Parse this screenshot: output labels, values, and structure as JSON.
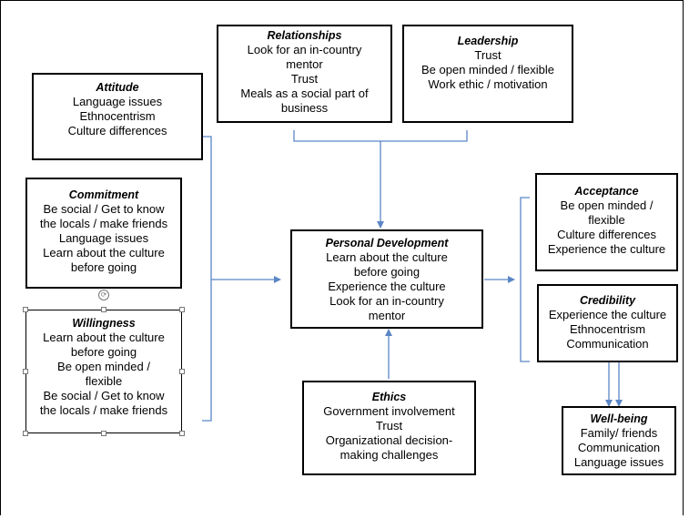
{
  "boxes": {
    "attitude": {
      "title": "Attitude",
      "lines": [
        "Language issues",
        "Ethnocentrism",
        "Culture differences"
      ]
    },
    "relationships": {
      "title": "Relationships",
      "lines": [
        "Look for an in-country",
        "mentor",
        "Trust",
        "Meals as a social part of",
        "business"
      ]
    },
    "leadership": {
      "title": "Leadership",
      "lines": [
        "Trust",
        "Be open minded / flexible",
        "Work ethic / motivation"
      ]
    },
    "commitment": {
      "title": "Commitment",
      "lines": [
        "Be social / Get to know",
        "the locals / make friends",
        "Language issues",
        "Learn about the culture",
        "before going"
      ]
    },
    "willingness": {
      "title": "Willingness",
      "lines": [
        "Learn about the culture",
        "before going",
        "Be open minded /",
        "flexible",
        "Be social / Get to know",
        "the locals / make friends"
      ]
    },
    "personal_development": {
      "title": "Personal Development",
      "lines": [
        "Learn about the culture",
        "before going",
        "Experience the culture",
        "Look for an in-country",
        "mentor"
      ]
    },
    "ethics": {
      "title": "Ethics",
      "lines": [
        "Government involvement",
        "Trust",
        "Organizational decision-",
        "making challenges"
      ]
    },
    "acceptance": {
      "title": "Acceptance",
      "lines": [
        "Be open minded /",
        "flexible",
        "Culture differences",
        "Experience the culture"
      ]
    },
    "credibility": {
      "title": "Credibility",
      "lines": [
        "Experience the culture",
        "Ethnocentrism",
        "Communication"
      ]
    },
    "wellbeing": {
      "title": "Well-being",
      "lines": [
        "Family/ friends",
        "Communication",
        "Language issues"
      ]
    }
  },
  "colors": {
    "connector": "#5b86c5",
    "border": "#000000"
  }
}
